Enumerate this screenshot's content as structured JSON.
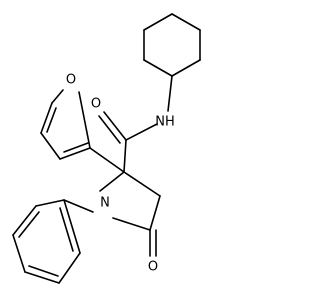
{
  "molecule": {
    "atom_labels": {
      "furan_oxygen": "O",
      "amide_oxygen": "O",
      "amide_nitrogen": "NH",
      "lactam_nitrogen": "N",
      "lactam_oxygen": "O"
    }
  }
}
